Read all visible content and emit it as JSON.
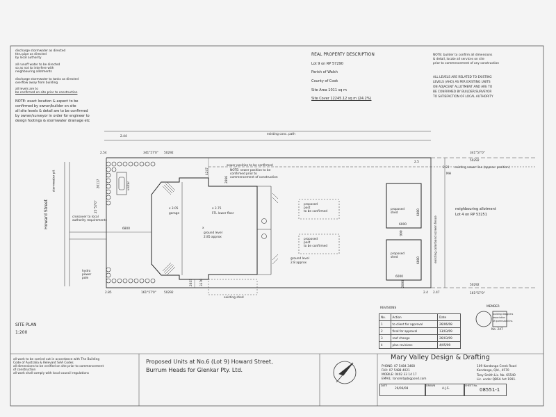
{
  "notes_left": {
    "n1": "discharge stormwater as directed",
    "n2": "thru pipe as directed",
    "n3": "by local authority",
    "n4": "all runoff water to be directed",
    "n5": "so as not to interfere with",
    "n6": "neighbouring allotments",
    "n7": "discharge stormwater to tanks as directed",
    "n8": "overflow away from building",
    "n9": "all levels are to",
    "n10": "be confirmed on site prior to construction",
    "n11": "NOTE: exact location & aspect to be",
    "n12": "confirmed by owner/builder on site",
    "n13": "all site levels & detail are to be confirmed",
    "n14": "by owner/surveyor in order for engineer to",
    "n15": "design footings & stormwater drainage etc"
  },
  "property": {
    "heading": "REAL PROPERTY DESCRIPTION",
    "lot": "Lot 9 on RP 57290",
    "parish": "Parish of Walsh",
    "county": "County of Cook",
    "site_area": "Site Area 1011 sq m",
    "site_cover": "Site Cover 12245.12 sq m (24.2%)"
  },
  "notes_right": {
    "r1": "NOTE: builder to confirm all dimensions",
    "r2": "& detail, locate all services on site",
    "r3": "prior to commencement of any construction",
    "r4": "ALL LEVELS ARE RELATED TO EXISTING",
    "r5": "LEVELS (AHD) AS PER EXISTING UNITS",
    "r6": "ON ADJACENT ALLOTMENT AND ARE TO",
    "r7": "BE CONFIRMED BY BUILDER/SURVEYOR",
    "r8": "TO SATISFACTION OF LOCAL AUTHORITY"
  },
  "plan": {
    "existing_path": "existing conc. path",
    "dim_244": "2.44",
    "dim_254": "2.54",
    "bearing_top": "341°57'0\"",
    "dist_top": "50292",
    "bearing_top_right": "341°57'0\"",
    "dist_top_right": "50292",
    "sewer1": "sewer position to be confirmed",
    "sewer2": "NOTE: sewer position to be",
    "sewer3": "confirmed prior to",
    "sewer4": "commencement of construction",
    "dim_4247": "4247",
    "dim_2866": "2866",
    "dim_25": "2.5",
    "dim_222": "2.22",
    "existing_sewer": "existing sewer line (approx. position)",
    "mh": "MH",
    "bearing_left1": "25°57'0\"",
    "dist_left1": "20117",
    "stormwater_pit": "stormwater pit",
    "visitor": "visitor",
    "howard_street": "Howard Street",
    "crossover1": "crossover to local",
    "crossover2": "authority requirements",
    "dim_6800": "6800",
    "garage1": "x 3.05",
    "garage2": "garage",
    "lower1": "x 3.75",
    "lower2": "FFL lower floor",
    "ground1": "x",
    "ground2": "ground level",
    "ground3": "2.85 approx",
    "post1a": "proposed",
    "post1b": "post",
    "post1c": "to be confirmed",
    "post2a": "proposed",
    "post2b": "post",
    "post2c": "to be confirmed",
    "ground4": "ground level",
    "ground5": "2.8 approx",
    "shed1a": "proposed",
    "shed1b": "shed",
    "shed2a": "proposed",
    "shed2b": "shed",
    "dim_6000a": "6000",
    "dim_6000b": "6000",
    "dim_6000c": "6000",
    "dim_6000d": "6000",
    "dim_900": "900",
    "fence": "existing colorbond screen fence",
    "neighbour1": "neighbouring allotment",
    "neighbour2": "Lot 4 on RP 53251",
    "hydro1": "hydro",
    "hydro2": "power",
    "hydro3": "pole",
    "dim_285": "2.85",
    "bearing_bottom": "161°57'0\"",
    "dist_bottom": "50292",
    "dim_2635": "2635",
    "dim_3370": "3370",
    "existing_shed": "existing shed",
    "dim_24": "2.4",
    "dim_247": "2.47",
    "dist_bottom_right": "50292",
    "bearing_bottom_right": "161°57'0\"",
    "dim_2000": "2000",
    "dim_6000e": "6000"
  },
  "revisions": {
    "title": "REVISIONS",
    "headers": [
      "No.",
      "Action",
      "Date"
    ],
    "rows": [
      [
        "1",
        "to client for approval",
        "26/06/08"
      ],
      [
        "2",
        "final for approval",
        "13/03/09"
      ],
      [
        "3",
        "roof change",
        "26/03/09"
      ],
      [
        "4",
        "plan revisions",
        "4/05/09"
      ]
    ]
  },
  "member": {
    "label": "MEMBER",
    "badge1": "building designers",
    "badge2": "association",
    "badge3": "of queensland inc.",
    "no": "No. 247"
  },
  "title_block": {
    "site_plan": "SITE PLAN",
    "scale": "1:200",
    "compliance1": "all work to be carried out in accordance with The Building",
    "compliance2": "Code of Australia & Relevant SAA Codes",
    "compliance3": "all dimensions to be verified on site prior to commencement",
    "compliance4": "of construction",
    "compliance5": "all work shall comply with local council regulations",
    "project1": "Proposed Units at No.6 (Lot 9) Howard Street,",
    "project2": "Burrum Heads for Glenkar Pty. Ltd.",
    "company": "Mary Valley Design & Drafting",
    "phone": "PHONE: 07 5484 3468",
    "fax": "FAX: 07 5488 4021",
    "mobile": "MOBILE: 0402 33 14 17",
    "email": "EMAIL: tonsmit@bigpond.com",
    "address1": "109 Kandanga Creek Road",
    "address2": "Kandanga, Qld., 4570",
    "licence1": "Tony Smith Lic. No. 65540",
    "licence2": "Lic. under QBSA Act 1991.",
    "date_label": "DATE",
    "date_value": "26/06/08",
    "drawn_label": "DRAWN",
    "drawn_value": "A.J.S.",
    "sheet_label": "SHEET No.",
    "sheet_value": "08551-1"
  }
}
